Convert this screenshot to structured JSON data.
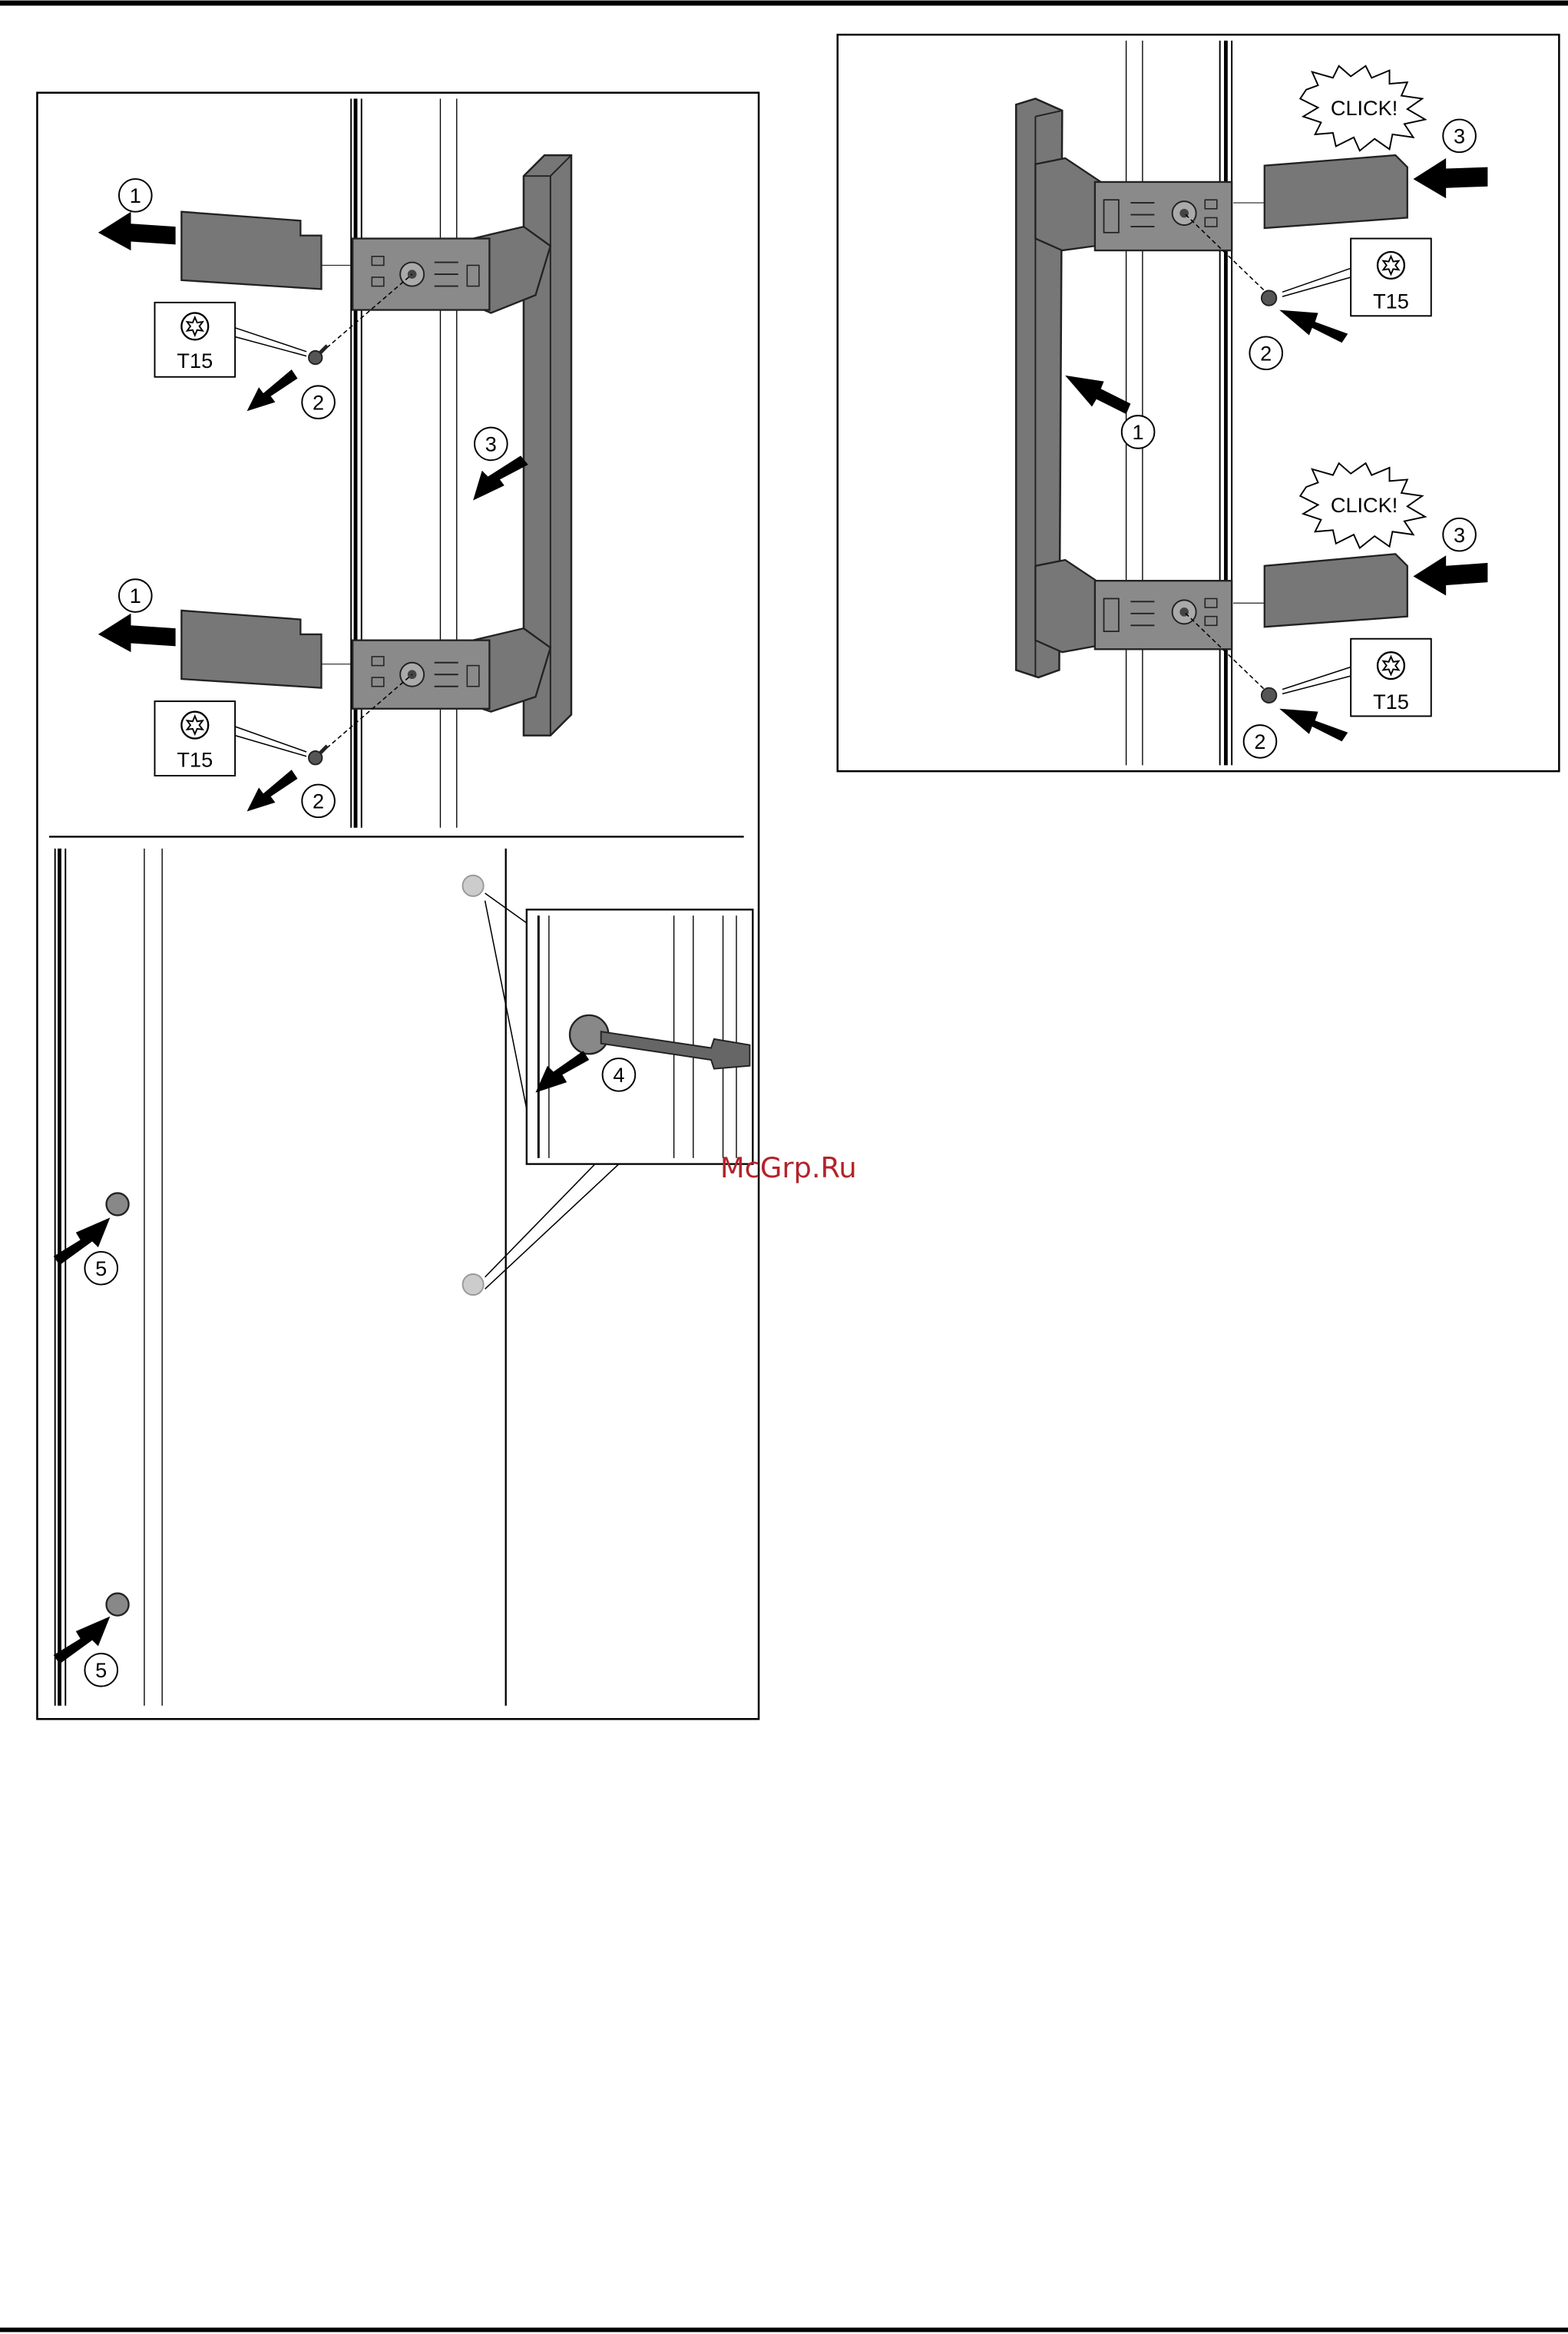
{
  "watermark": "McGrp.Ru",
  "tool": "T15",
  "click_text": "CLICK!",
  "steps": {
    "s1": "1",
    "s2": "2",
    "s3": "3",
    "s4": "4",
    "s5": "5"
  },
  "colors": {
    "part_fill": "#777777",
    "part_dark": "#555555",
    "ink": "#000000",
    "pin": "#999999",
    "watermark": "#b4232a"
  },
  "icons": {
    "torx": "torx-icon",
    "screw": "screw-icon",
    "arrow": "arrow-icon"
  }
}
